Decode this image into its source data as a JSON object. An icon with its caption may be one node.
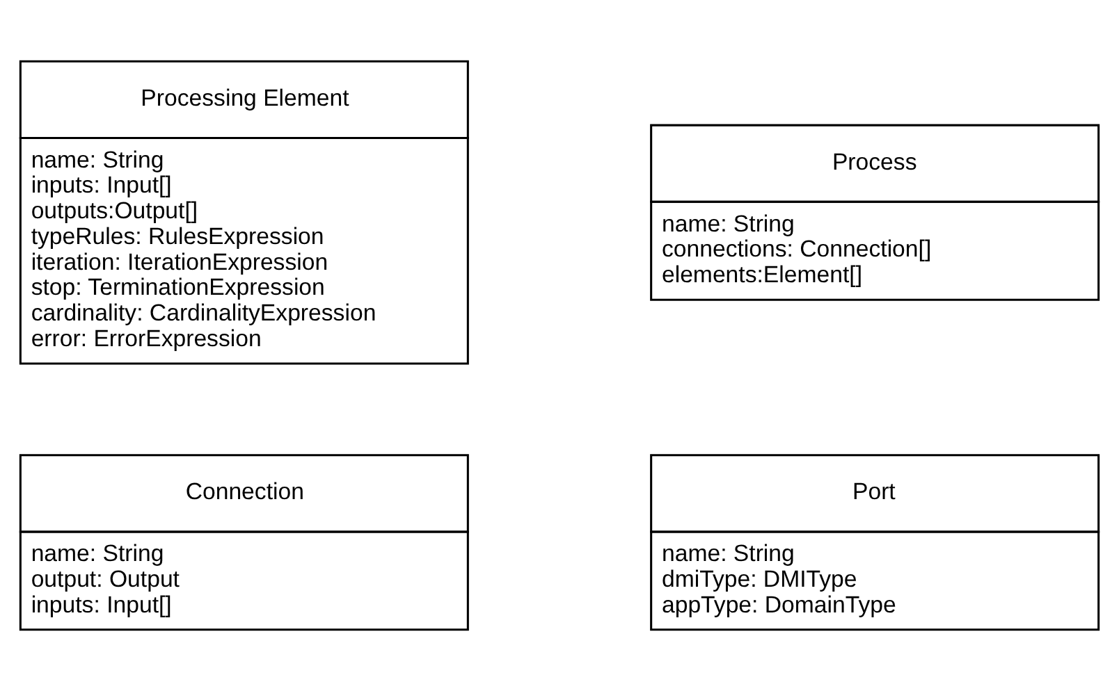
{
  "diagram": {
    "nodes": [
      {
        "text": [
          "Processing Element",
          "name: String",
          "inputs: Input[]",
          "outputs:Output[]",
          "typeRules: RulesExpression",
          "iteration: IterationExpression",
          "stop: TerminationExpression",
          "cardinality: CardinalityExpression",
          "error: ErrorExpression"
        ]
      },
      {
        "text": [
          "Process",
          "name: String",
          "connections: Connection[]",
          "elements:Element[]"
        ]
      },
      {
        "text": [
          "Connection",
          "name: String",
          "output: Output",
          "inputs: Input[]"
        ]
      },
      {
        "text": [
          "Port",
          "name: String",
          "dmiType: DMIType",
          "appType: DomainType"
        ]
      }
    ]
  }
}
